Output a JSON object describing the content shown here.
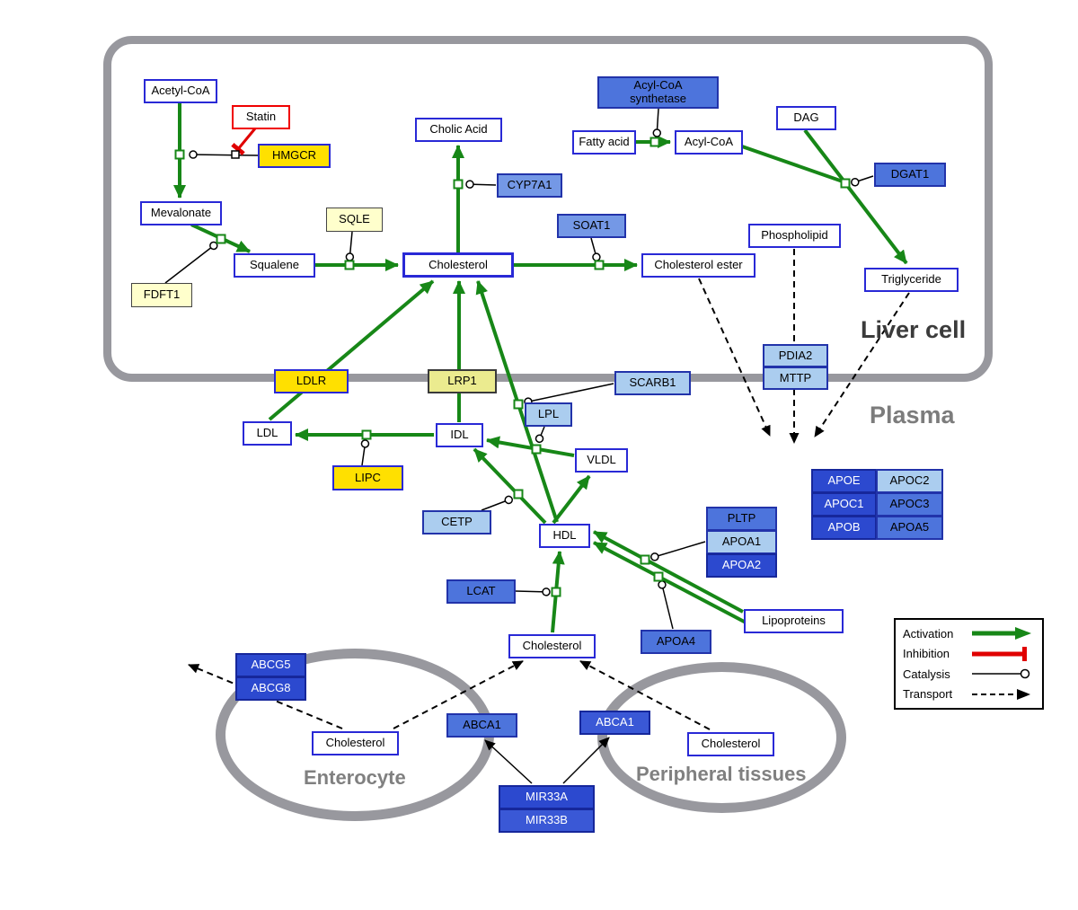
{
  "compartments": {
    "liver": "Liver cell",
    "plasma": "Plasma",
    "enterocyte": "Enterocyte",
    "peripheral": "Peripheral tissues"
  },
  "nodes": {
    "acetyl_coa": {
      "label": "Acetyl-CoA"
    },
    "statin": {
      "label": "Statin"
    },
    "hmgcr": {
      "label": "HMGCR"
    },
    "mevalonate": {
      "label": "Mevalonate"
    },
    "sqle": {
      "label": "SQLE"
    },
    "squalene": {
      "label": "Squalene"
    },
    "fdft1": {
      "label": "FDFT1"
    },
    "cholic_acid": {
      "label": "Cholic Acid"
    },
    "cyp7a1": {
      "label": "CYP7A1"
    },
    "cholesterol_liver": {
      "label": "Cholesterol"
    },
    "soat1": {
      "label": "SOAT1"
    },
    "cholesterol_ester": {
      "label": "Cholesterol ester"
    },
    "acyl_coa_synthetase": {
      "label": "Acyl-CoA\nsynthetase"
    },
    "fatty_acid": {
      "label": "Fatty acid"
    },
    "acyl_coa": {
      "label": "Acyl-CoA"
    },
    "dag": {
      "label": "DAG"
    },
    "dgat1": {
      "label": "DGAT1"
    },
    "phospholipid": {
      "label": "Phospholipid"
    },
    "triglyceride": {
      "label": "Triglyceride"
    },
    "pdia2": {
      "label": "PDIA2"
    },
    "mttp": {
      "label": "MTTP"
    },
    "ldlr": {
      "label": "LDLR"
    },
    "lrp1": {
      "label": "LRP1"
    },
    "scarb1": {
      "label": "SCARB1"
    },
    "ldl": {
      "label": "LDL"
    },
    "idl": {
      "label": "IDL"
    },
    "lpl": {
      "label": "LPL"
    },
    "vldl": {
      "label": "VLDL"
    },
    "lipc": {
      "label": "LIPC"
    },
    "cetp": {
      "label": "CETP"
    },
    "hdl": {
      "label": "HDL"
    },
    "pltp": {
      "label": "PLTP"
    },
    "apoa1": {
      "label": "APOA1"
    },
    "apoa2": {
      "label": "APOA2"
    },
    "lcat": {
      "label": "LCAT"
    },
    "apoe": {
      "label": "APOE"
    },
    "apoc2": {
      "label": "APOC2"
    },
    "apoc1": {
      "label": "APOC1"
    },
    "apoc3": {
      "label": "APOC3"
    },
    "apob": {
      "label": "APOB"
    },
    "apoa5": {
      "label": "APOA5"
    },
    "lipoproteins": {
      "label": "Lipoproteins"
    },
    "apoa4": {
      "label": "APOA4"
    },
    "cholesterol_plasma": {
      "label": "Cholesterol"
    },
    "abcg5": {
      "label": "ABCG5"
    },
    "abcg8": {
      "label": "ABCG8"
    },
    "cholesterol_enterocyte": {
      "label": "Cholesterol"
    },
    "abca1_enterocyte": {
      "label": "ABCA1"
    },
    "abca1_peripheral": {
      "label": "ABCA1"
    },
    "cholesterol_peripheral": {
      "label": "Cholesterol"
    },
    "mir33a": {
      "label": "MIR33A"
    },
    "mir33b": {
      "label": "MIR33B"
    }
  },
  "legend": {
    "activation": "Activation",
    "inhibition": "Inhibition",
    "catalysis": "Catalysis",
    "transport": "Transport"
  },
  "colors": {
    "activation_green": "#178717",
    "inhibition_red": "#E00000",
    "metabolite_border_blue": "#2929D6",
    "gene_yellow": "#FFE000",
    "pale_yellow": "#FFFFCC",
    "light_blue": "#ABCDEF",
    "mid_blue": "#7498E6",
    "blue": "#4D74DC",
    "dark_blue": "#2C49CF",
    "compartment_gray": "#98989E"
  }
}
